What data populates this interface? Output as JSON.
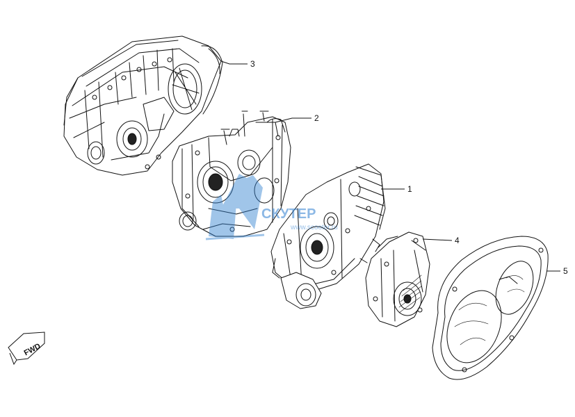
{
  "diagram": {
    "callouts": [
      {
        "id": "1",
        "label": "1"
      },
      {
        "id": "2",
        "label": "2"
      },
      {
        "id": "3",
        "label": "3"
      },
      {
        "id": "4",
        "label": "4"
      },
      {
        "id": "5",
        "label": "5"
      }
    ],
    "direction_arrow": {
      "label": "FWD"
    },
    "watermark": {
      "brand": "СКУТЕР",
      "site": "www.scooter.ru",
      "color": "#2f7fd0"
    }
  }
}
